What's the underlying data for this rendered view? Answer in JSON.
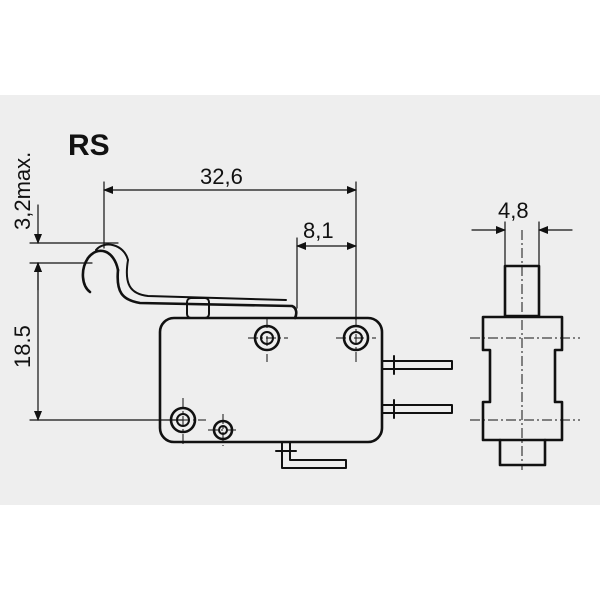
{
  "drawing": {
    "model_label": "RS",
    "dimensions": {
      "overall_length": "32,6",
      "terminal_offset": "8,1",
      "lever_height": "3,2max.",
      "mounting_height": "18.5",
      "width": "4,8"
    }
  }
}
